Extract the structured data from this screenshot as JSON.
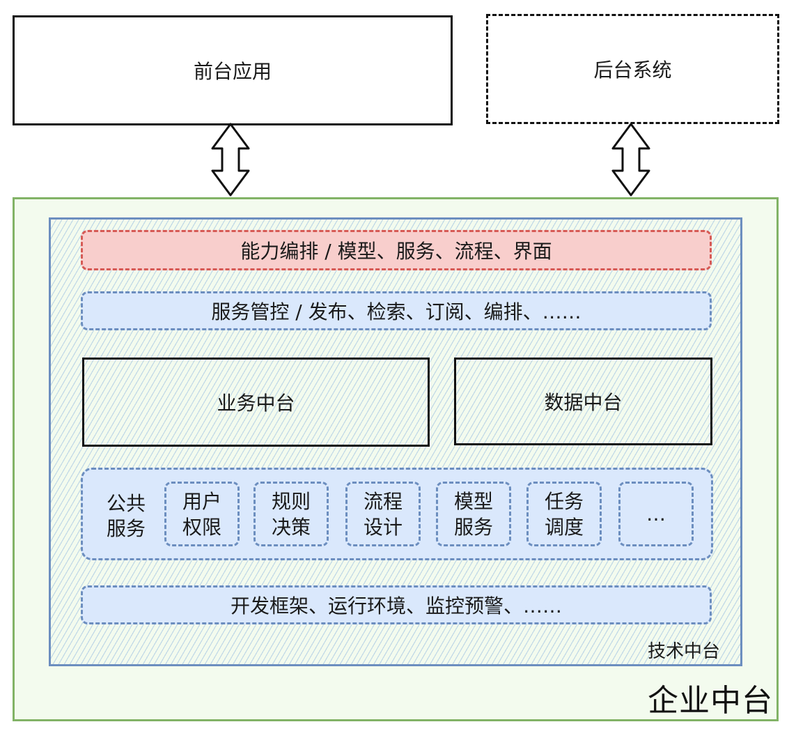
{
  "top": {
    "front_app": "前台应用",
    "back_system": "后台系统"
  },
  "enterprise": {
    "label": "企业中台"
  },
  "tech": {
    "label": "技术中台",
    "orchestration": "能力编排 / 模型、服务、流程、界面",
    "service_control": "服务管控 / 发布、检索、订阅、编排、……",
    "business_mid": "业务中台",
    "data_mid": "数据中台",
    "common_services": {
      "label_line1": "公共",
      "label_line2": "服务",
      "items": [
        {
          "line1": "用户",
          "line2": "权限"
        },
        {
          "line1": "规则",
          "line2": "决策"
        },
        {
          "line1": "流程",
          "line2": "设计"
        },
        {
          "line1": "模型",
          "line2": "服务"
        },
        {
          "line1": "任务",
          "line2": "调度"
        },
        {
          "line1": "…",
          "line2": ""
        }
      ]
    },
    "dev_framework": "开发框架、运行环境、监控预警、……"
  },
  "colors": {
    "enterprise_border": "#82b366",
    "enterprise_fill": "#f3fbee",
    "tech_border": "#6c8ebf",
    "blue_fill": "#dae8fc",
    "red_fill": "#f8cecc",
    "red_border": "#d65a55"
  }
}
